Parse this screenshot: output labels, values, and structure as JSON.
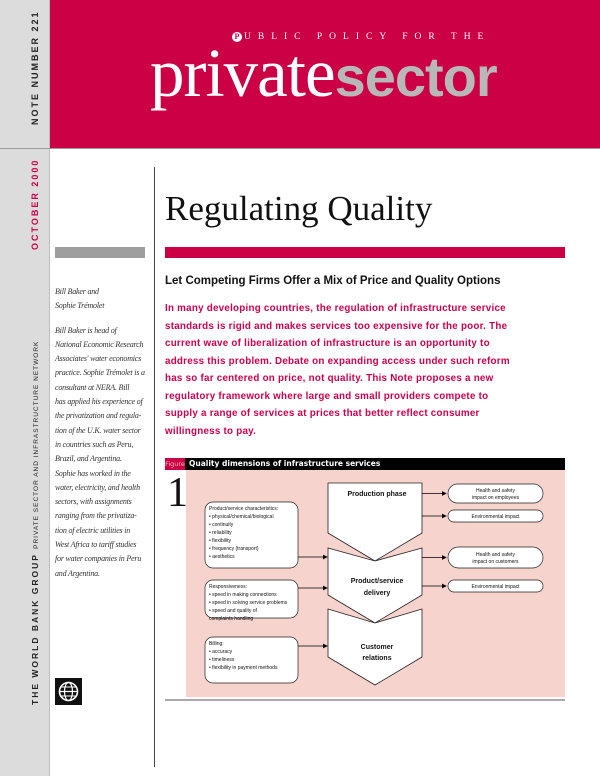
{
  "sidebar": {
    "note_number": "NOTE NUMBER 221",
    "date": "OCTOBER 2000",
    "org_bold": "THE WORLD BANK GROUP",
    "org_network": "PRIVATE SECTOR AND INFRASTRUCTURE NETWORK",
    "authors_line1": "Bill Baker and",
    "authors_line2": "Sophie Trémolet",
    "bio_lines": [
      "Bill Baker is head of",
      "National Economic Research",
      "Associates' water economics",
      "practice. Sophie Trémolet is a",
      "consultant at NERA. Bill",
      "has applied his experience of",
      "the privatization and regula-",
      "tion of the U.K. water sector",
      "in countries such as Peru,",
      "Brazil, and Argentina.",
      "Sophie has worked in the",
      "water, electricity, and health",
      "sectors, with assignments",
      "ranging from the privatiza-",
      "tion of electric utilities in",
      "West Africa to tariff studies",
      "for water companies in Peru",
      "and Argentina."
    ],
    "logo_icon": "world-bank-globe-icon"
  },
  "header": {
    "tagline_initial": "P",
    "tagline_rest": "UBLIC POLICY FOR THE",
    "masthead_a": "private",
    "masthead_b": "sector",
    "brand_color": "#cc0044"
  },
  "article": {
    "title": "Regulating Quality",
    "subtitle": "Let Competing Firms Offer a Mix of Price and Quality Options",
    "intro_lines": [
      "In many developing countries, the regulation of infrastructure service",
      "standards is rigid and makes services too expensive for the poor. The",
      "current wave of liberalization of infrastructure is an opportunity to",
      "address this problem. Debate on expanding access under such reform",
      "has so far centered on price, not quality. This Note proposes a new",
      "regulatory framework where large and small providers compete to",
      "supply a range of services at prices that better reflect consumer",
      "willingness to pay."
    ]
  },
  "figure": {
    "label": "Figure",
    "number": "1",
    "title": "Quality dimensions of infrastructure services",
    "phases": [
      {
        "lines": [
          "Production phase"
        ]
      },
      {
        "lines": [
          "Product/service",
          "delivery"
        ]
      },
      {
        "lines": [
          "Customer",
          "relations"
        ]
      }
    ],
    "inputs": [
      {
        "lines": [
          "Product/service characteristics:",
          "• physical/chemical/biological",
          "• continuity",
          "• reliability",
          "• flexibility",
          "• frequency (transport)",
          "• aesthetics"
        ]
      },
      {
        "lines": [
          "Responsiveness:",
          "• speed in making connections",
          "• speed in solving service problems",
          "• speed and quality of",
          "   complaints handling"
        ]
      },
      {
        "lines": [
          "Billing:",
          "• accuracy",
          "• timeliness",
          "• flexibility in payment methods"
        ]
      }
    ],
    "outputs": [
      {
        "lines": [
          "Health and safety",
          "impact on employees"
        ]
      },
      {
        "lines": [
          "Environmental impact"
        ]
      },
      {
        "lines": [
          "Health and safety",
          "impact on customers"
        ]
      },
      {
        "lines": [
          "Environmental impact"
        ]
      }
    ]
  }
}
